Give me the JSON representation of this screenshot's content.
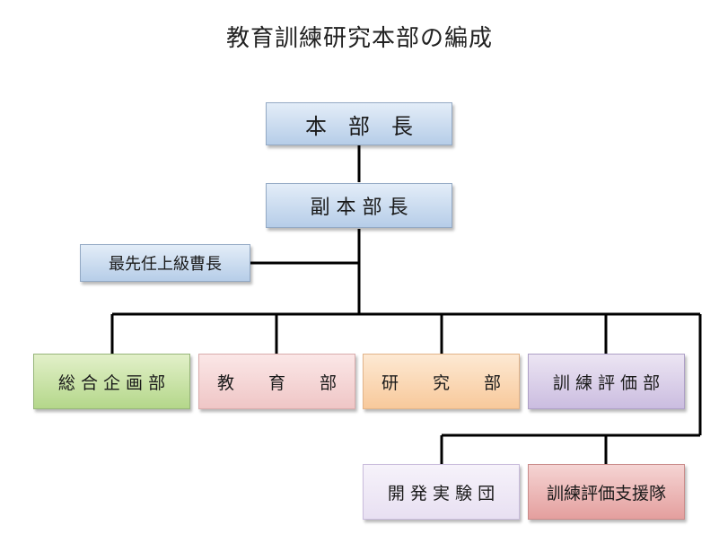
{
  "title": "教育訓練研究本部の編成",
  "nodes": {
    "honbucho": "本　部　長",
    "fuku_honbucho": "副 本 部 長",
    "saisennin": "最先任上級曹長",
    "sogo_kikaku": "総 合 企 画 部",
    "kyoiku": "教　　育　　部",
    "kenkyu": "研　　究　　部",
    "kunren_hyoka": "訓 練 評 価 部",
    "kaihatsu": "開 発 実 験 団",
    "kunren_shien": "訓練評価支援隊"
  },
  "colors": {
    "blue": "#b6cde8",
    "green": "#b4d78a",
    "pink": "#efc6c6",
    "orange": "#f8c99b",
    "purple": "#cbbde0",
    "lavender": "#e8e0f2",
    "rose": "#e49f9e"
  }
}
